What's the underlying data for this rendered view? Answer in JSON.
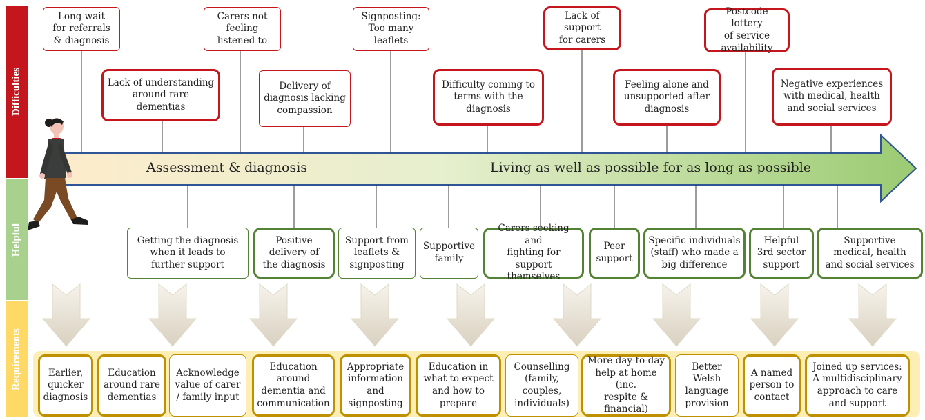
{
  "bands": {
    "difficulties": "Difficulties",
    "helpful": "Helpful",
    "requirements": "Requirements"
  },
  "colors": {
    "difficulties": "#c4161c",
    "helpful": "#548235",
    "requirements": "#bf9000"
  },
  "timeline": {
    "stage_1": "Assessment & diagnosis",
    "stage_2": "Living as well as possible for as long as possible"
  },
  "difficulties": [
    "Long wait\nfor referrals\n& diagnosis",
    "Lack of understanding\naround rare\ndementias",
    "Carers not\nfeeling\nlistened to",
    "Delivery of\ndiagnosis lacking\ncompassion",
    "Signposting:\nToo many\nleaflets",
    "Difficulty coming to\nterms with the\ndiagnosis",
    "Lack of\nsupport\nfor carers",
    "Feeling alone and\nunsupported after\ndiagnosis",
    "Postcode lottery\nof service\navailability",
    "Negative experiences\nwith medical, health\nand social services"
  ],
  "helpful": [
    "Getting the diagnosis\nwhen it leads to\nfurther support",
    "Positive\ndelivery of\nthe diagnosis",
    "Support from\nleaflets &\nsignposting",
    "Supportive\nfamily",
    "Carers seeking and\nfighting for support\nthemselves",
    "Peer\nsupport",
    "Specific individuals\n(staff) who made a\nbig difference",
    "Helpful\n3rd sector\nsupport",
    "Supportive\nmedical, health\nand social services"
  ],
  "requirements": [
    "Earlier,\nquicker\ndiagnosis",
    "Education\naround rare\ndementias",
    "Acknowledge\nvalue of carer\n/ family input",
    "Education\naround\ndementia and\ncommunication",
    "Appropriate\ninformation\nand\nsignposting",
    "Education in\nwhat to expect\nand how to\nprepare",
    "Counselling\n(family,\ncouples,\nindividuals)",
    "More day-to-day\nhelp at home (inc.\nrespite &\nfinancial)",
    "Better\nWelsh\nlanguage\nprovision",
    "A named\nperson to\ncontact",
    "Joined up services:\nA multidisciplinary\napproach to care\nand support"
  ]
}
